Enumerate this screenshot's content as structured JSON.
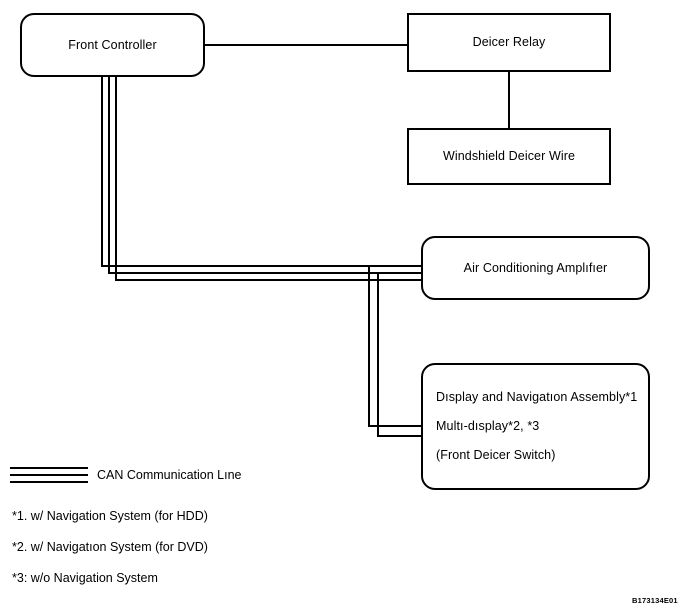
{
  "diagram": {
    "figure_code": "B173134E01",
    "nodes": {
      "front_controller": {
        "label": "Front Controller"
      },
      "deicer_relay": {
        "label": "Deicer Relay"
      },
      "windshield_deicer_wire": {
        "label": "Windshield Deicer Wire"
      },
      "air_conditioning_amplifier": {
        "label": "Air Conditioning Amplıfıer"
      },
      "display_navigation": {
        "line1": "Dısplay and Navigatıon Assembly*1",
        "line2": "Multı-dısplay*2, *3",
        "line3": "(Front Deicer Switch)"
      }
    },
    "legend": {
      "can_line_label": "CAN Communication Lıne"
    },
    "footnotes": [
      {
        "text": "*1. w/ Navigation System (for HDD)"
      },
      {
        "text": "*2. w/ Navigatıon System (for DVD)"
      },
      {
        "text": "*3: w/o Navigation System"
      }
    ]
  }
}
